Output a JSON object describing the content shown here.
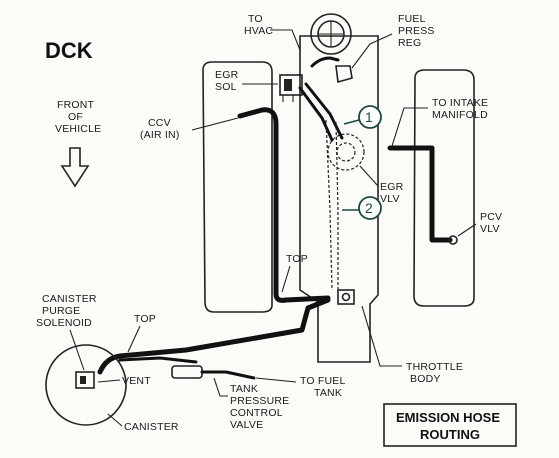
{
  "title": "DCK",
  "labels": {
    "front": [
      "FRONT",
      "OF",
      "VEHICLE"
    ],
    "to_hvac": [
      "TO",
      "HVAC"
    ],
    "fuel_press_reg": [
      "FUEL",
      "PRESS",
      "REG"
    ],
    "egr_sol": [
      "EGR",
      "SOL"
    ],
    "ccv": [
      "CCV",
      "(AIR IN)"
    ],
    "to_intake": [
      "TO INTAKE",
      "MANIFOLD"
    ],
    "egr_vlv": [
      "EGR",
      "VLV"
    ],
    "pcv_vlv": [
      "PCV",
      "VLV"
    ],
    "top_upper": "TOP",
    "canister_purge": [
      "CANISTER",
      "PURGE",
      "SOLENOID"
    ],
    "top_lower": "TOP",
    "throttle_body": [
      "THROTTLE",
      "BODY"
    ],
    "vent": "VENT",
    "to_fuel_tank": [
      "TO FUEL",
      "TANK"
    ],
    "tank_pressure": [
      "TANK",
      "PRESSURE",
      "CONTROL",
      "VALVE"
    ],
    "canister": "CANISTER"
  },
  "callouts": [
    "1",
    "2"
  ],
  "title_box": [
    "EMISSION HOSE",
    "ROUTING"
  ]
}
